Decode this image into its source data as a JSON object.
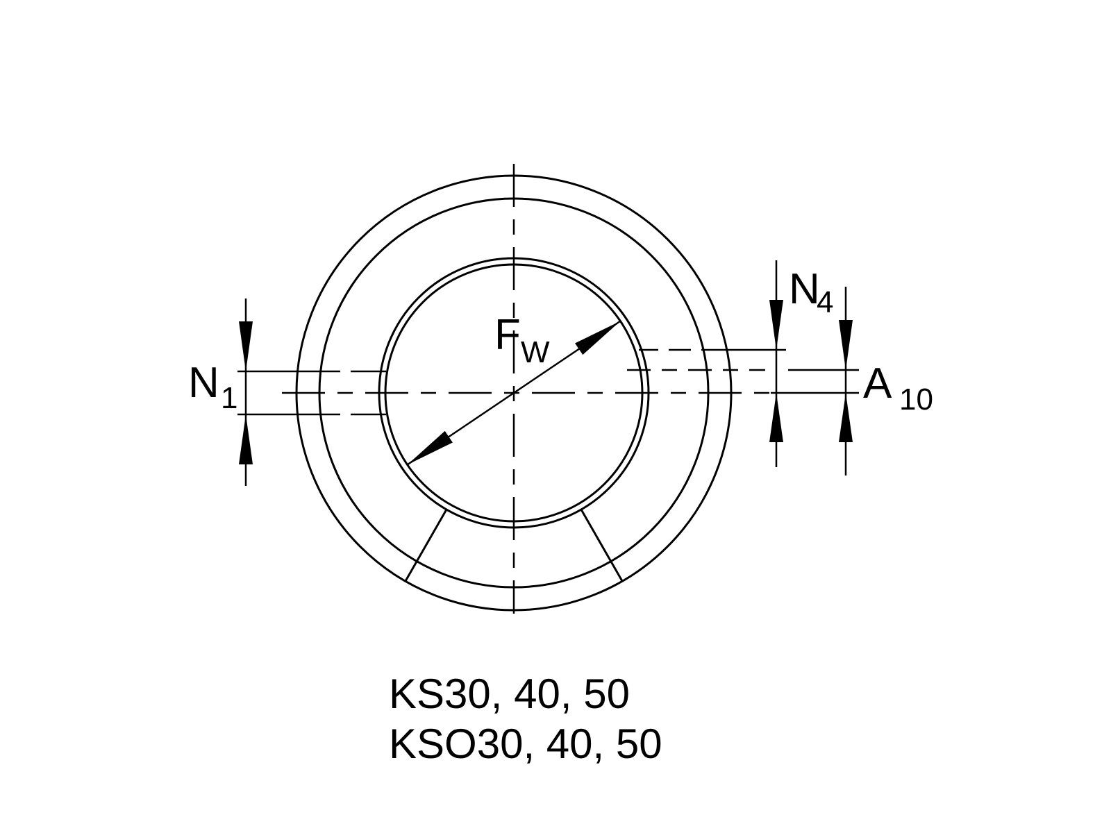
{
  "labels": {
    "fw_main": "F",
    "fw_sub": "W",
    "n1_main": "N",
    "n1_sub": "1",
    "n4_main": "N",
    "n4_sub": "4",
    "a10_main": "A",
    "a10_sub": "10"
  },
  "caption": {
    "line1": "KS30, 40, 50",
    "line2": "KSO30, 40, 50"
  }
}
